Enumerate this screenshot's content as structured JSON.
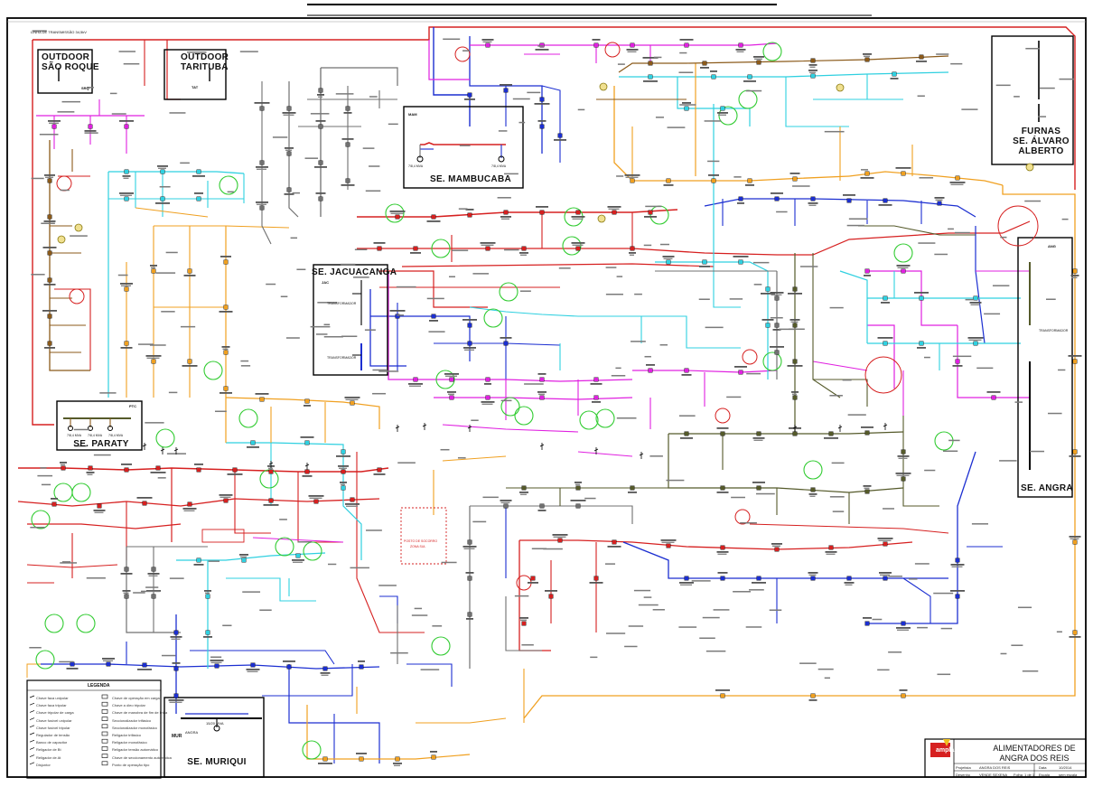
{
  "document": {
    "header_line": "LINHA DE TRANSMISSÃO 34,5kV",
    "colors": {
      "red": "#d62020",
      "blue": "#1c2fd1",
      "magenta": "#e020e0",
      "cyan": "#2fd0e0",
      "orange": "#f0a020",
      "gray": "#707070",
      "olive": "#555a2a",
      "brown": "#8b5a1a",
      "green_circle": "#33cc33",
      "black": "#000000"
    }
  },
  "substations": [
    {
      "id": "sao-roque",
      "title_lines": [
        "OUTDOOR",
        "SÃO ROQUE"
      ],
      "code": "SRQ"
    },
    {
      "id": "tarituba",
      "title_lines": [
        "OUTDOOR",
        "TARITUBA"
      ],
      "code": "TAT"
    },
    {
      "id": "mambucaba",
      "title_lines": [
        "SE. MAMBUCABA"
      ],
      "code": "MAM"
    },
    {
      "id": "furnas",
      "title_lines": [
        "FURNAS",
        "SE. ÁLVARO",
        "ALBERTO"
      ],
      "code": "FURNAS"
    },
    {
      "id": "jacuacanga",
      "title_lines": [
        "SE. JACUACANGA"
      ],
      "code": "JAC"
    },
    {
      "id": "paraty",
      "title_lines": [
        "SE. PARATY"
      ],
      "code": "PTC"
    },
    {
      "id": "angra",
      "title_lines": [
        "SE. ANGRA"
      ],
      "code": "ANG"
    },
    {
      "id": "muriqui",
      "title_lines": [
        "SE. MURIQUI"
      ],
      "code": "MUR"
    }
  ],
  "legend": {
    "title": "LEGENDA",
    "items_left": [
      "Chave faca unipolar",
      "Chave faca tripolar",
      "Chave tripolar de carga",
      "Chave fusível unipolar",
      "Chave fusível tripolar",
      "Regulador de tensão",
      "Banco de capacitor",
      "Religador de Bt",
      "Religador de At",
      "Disjuntor"
    ],
    "items_right": [
      "Chave de operação em carga",
      "Chave a óleo tripolar",
      "Chave de manobra de fim de linha",
      "Seccionalizador trifásico",
      "Seccionalizador monofásico",
      "Religador trifásico",
      "Religador monofásico",
      "Religador tensão automático",
      "Chave de seccionamento automática",
      "Ponto de operação tipo"
    ]
  },
  "title_block": {
    "company": "ampla",
    "title_line1": "ALIMENTADORES DE",
    "title_line2": "ANGRA DOS REIS",
    "fields": [
      {
        "label": "Projetista",
        "value": "ANGRA DOS REIS"
      },
      {
        "label": "Data",
        "value": "10/2014"
      },
      {
        "label": "Desenho",
        "value": "VENDE SEXENA"
      },
      {
        "label": "Folha",
        "value": "1 de 1"
      },
      {
        "label": "Escala",
        "value": "sem escala"
      }
    ]
  },
  "annotations": {
    "muriqui_transformer": "15/20 MVA",
    "paraty_transformers": [
      "7/8,4 MVA",
      "7/8,4 MVA",
      "7/8,4 MVA"
    ],
    "mambucaba_transformers": [
      "7/8,4 MVA",
      "7/8,4 MVA"
    ],
    "muriqui_tie": "ANGRA",
    "jacuacanga_tr": [
      "TRANSFORMADOR",
      "TRANSFORMADOR"
    ],
    "angra_tr": "TRANSFORMADOR",
    "red_box_label": "POSTO DE SOCORRO",
    "red_box_sub": "ZONA SUL"
  }
}
